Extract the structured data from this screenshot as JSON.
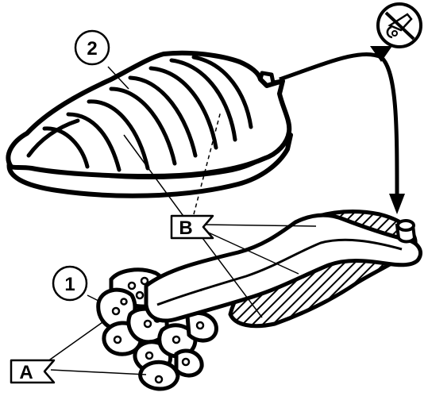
{
  "callouts": {
    "num_1": "1",
    "num_2": "2",
    "flag_a": "A",
    "flag_b": "B"
  },
  "icons": {
    "warning": "no-tools-icon"
  },
  "colors": {
    "ink": "#000000",
    "paper": "#ffffff"
  }
}
